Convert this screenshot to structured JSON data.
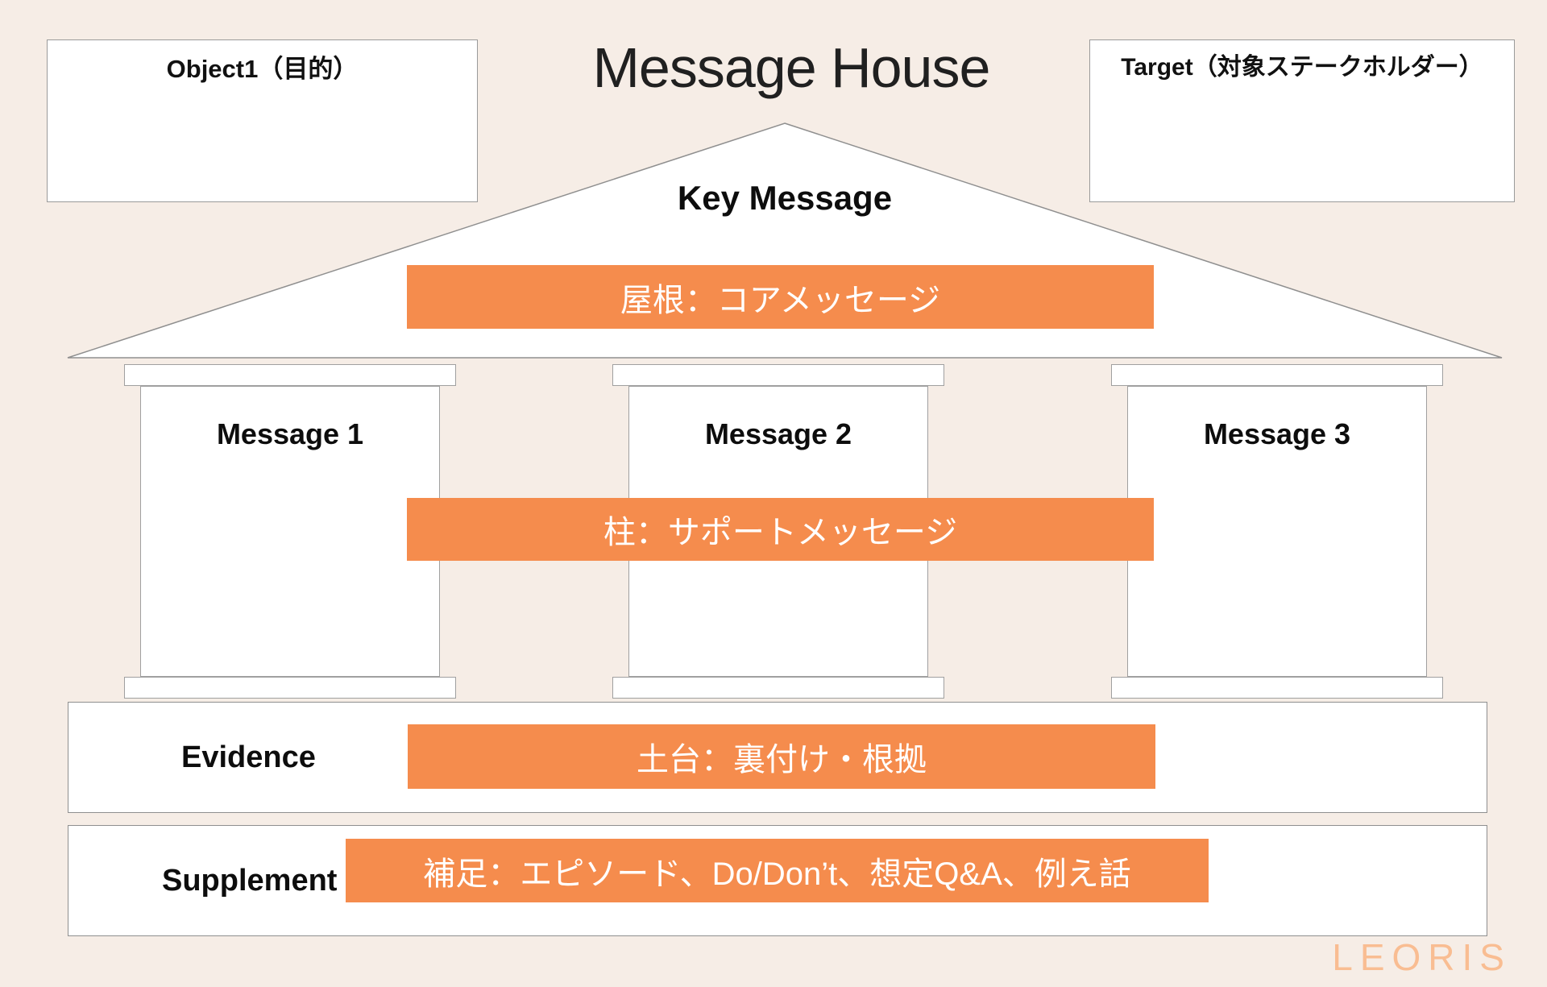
{
  "page": {
    "title": "Message House",
    "watermark": "LEORIS",
    "colors": {
      "background": "#f6ede6",
      "accent_orange": "#f58c4d",
      "banner_text": "#ffffff",
      "watermark": "#f9bd92",
      "box_border": "#9a9a9a"
    }
  },
  "top_boxes": {
    "object": {
      "label": "Object1（目的）"
    },
    "target": {
      "label": "Target（対象ステークホルダー）"
    }
  },
  "roof": {
    "key_message_label": "Key Message",
    "banner": "屋根：コアメッセージ"
  },
  "pillars": {
    "items": [
      {
        "label": "Message 1"
      },
      {
        "label": "Message 2"
      },
      {
        "label": "Message 3"
      }
    ],
    "banner": "柱：サポートメッセージ"
  },
  "evidence": {
    "label": "Evidence",
    "banner": "土台：裏付け・根拠"
  },
  "supplement": {
    "label": "Supplement",
    "banner": "補足：エピソード、Do/Don’t、想定Q&A、例え話"
  }
}
